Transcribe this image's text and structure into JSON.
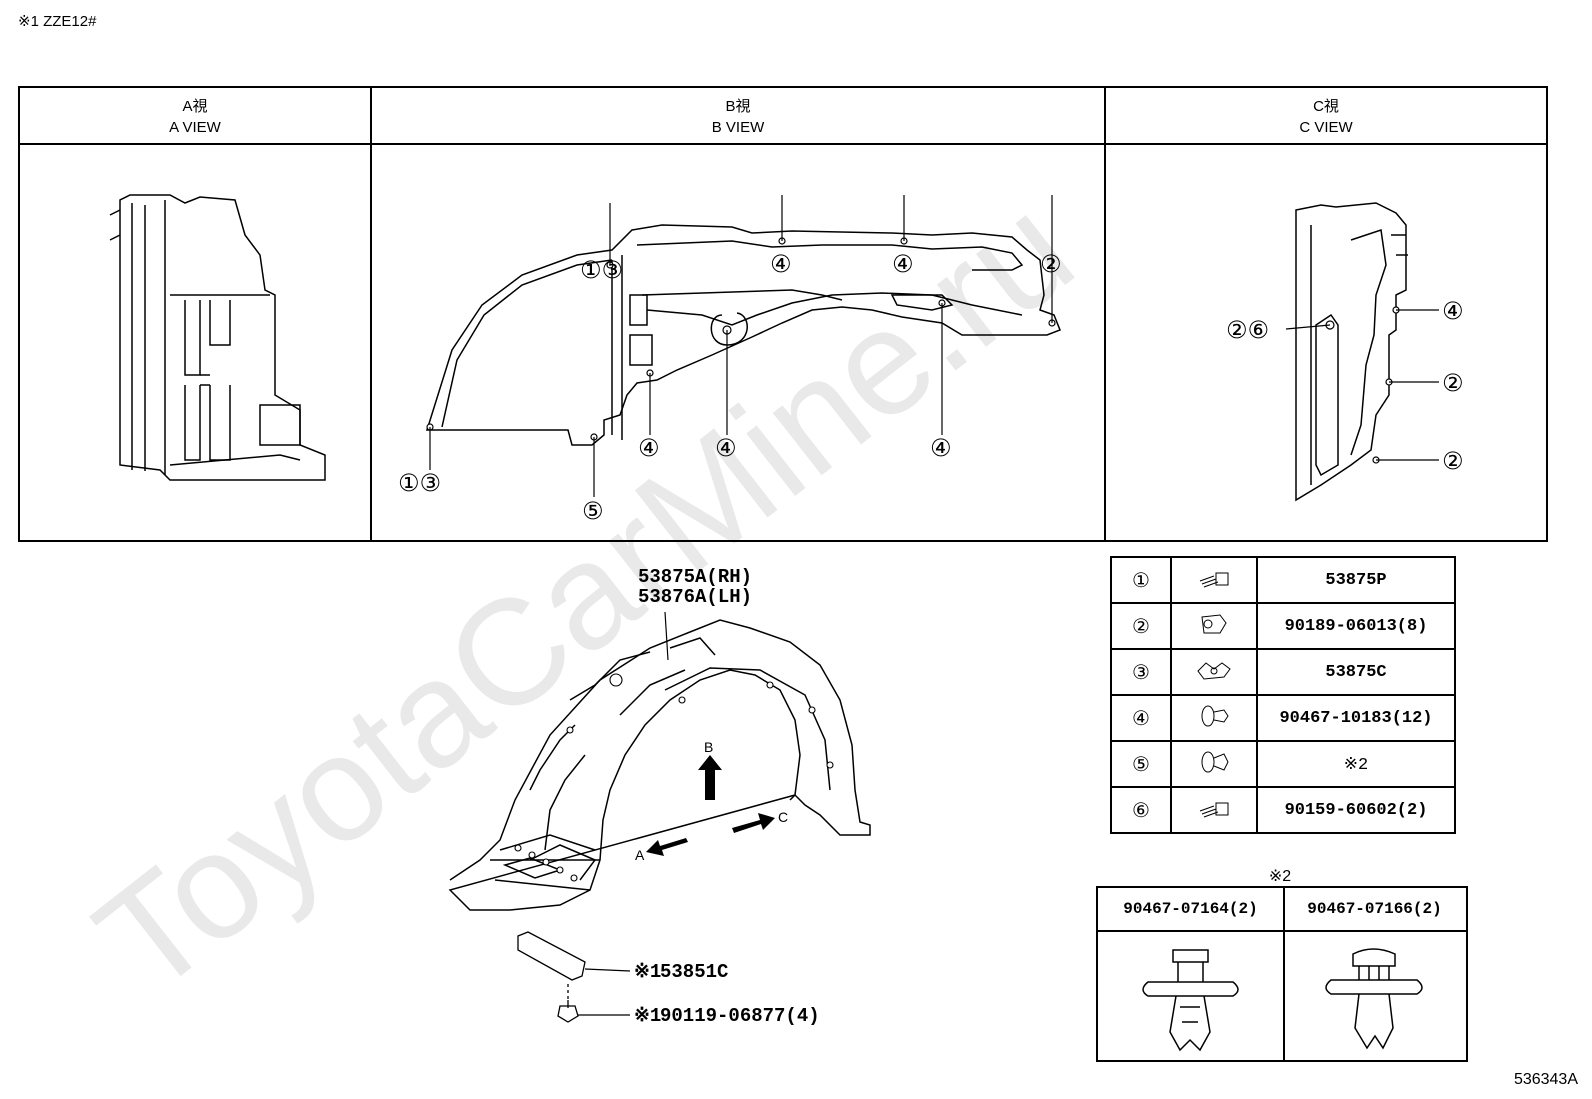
{
  "header_note": "※1 ZZE12#",
  "figure_id": "536343A",
  "views": [
    {
      "title_jp": "A視",
      "title_en": "A VIEW"
    },
    {
      "title_jp": "B視",
      "title_en": "B VIEW"
    },
    {
      "title_jp": "C視",
      "title_en": "C VIEW"
    }
  ],
  "b_view_callouts": {
    "top_left": "①③",
    "top_mid1": "④",
    "top_mid2": "④",
    "top_right": "②",
    "bottom_left": "①③",
    "bottom_center": "⑤",
    "bottom_mid1": "④",
    "bottom_mid2": "④",
    "bottom_right": "④"
  },
  "c_view_callouts": {
    "left": "②⑥",
    "right_top": "④",
    "right_mid": "②",
    "right_bottom": "②"
  },
  "main_labels": {
    "part_rh": "53875A(RH)",
    "part_lh": "53876A(LH)",
    "arrow_a": "A",
    "arrow_b": "B",
    "arrow_c": "C",
    "bracket_note": "※1",
    "bracket": "53851C",
    "screw_note": "※1",
    "screw": "90119-06877(4)"
  },
  "parts_table": [
    {
      "num": "①",
      "icon": "screw-icon",
      "part": "53875P"
    },
    {
      "num": "②",
      "icon": "nut-icon",
      "part": "90189-06013(8)"
    },
    {
      "num": "③",
      "icon": "clip-nut-icon",
      "part": "53875C"
    },
    {
      "num": "④",
      "icon": "push-clip-icon",
      "part": "90467-10183(12)"
    },
    {
      "num": "⑤",
      "icon": "push-clip-icon",
      "part": "※2"
    },
    {
      "num": "⑥",
      "icon": "screw-icon",
      "part": "90159-60602(2)"
    }
  ],
  "alt_table": {
    "label": "※2",
    "items": [
      {
        "part": "90467-07164(2)"
      },
      {
        "part": "90467-07166(2)"
      }
    ]
  },
  "watermark": "ToyotaCarMine.ru"
}
